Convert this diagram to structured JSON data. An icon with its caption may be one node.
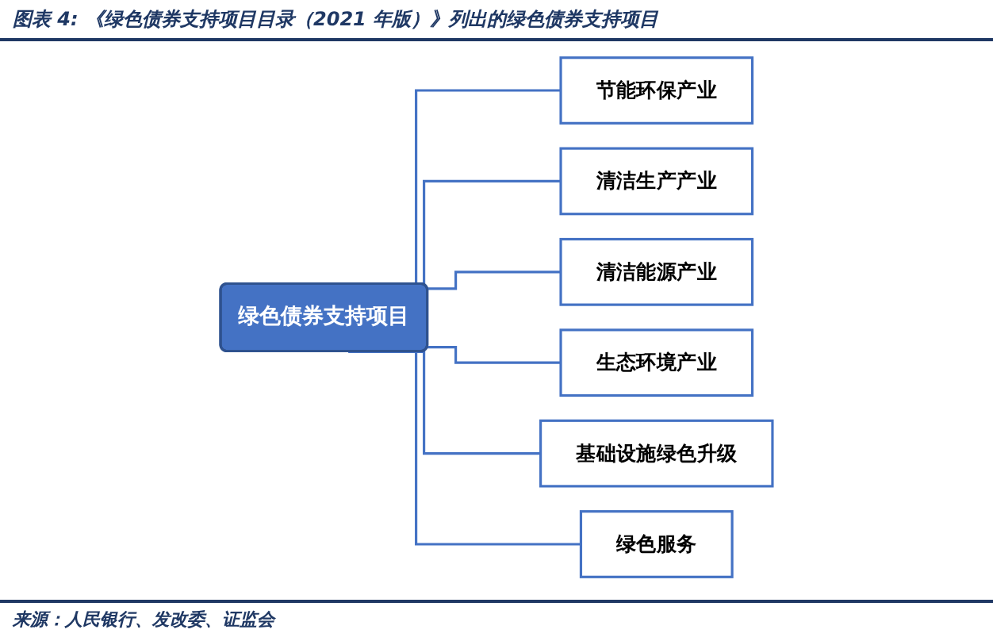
{
  "diagram": {
    "title": "图表 4: 《绿色债券支持项目目录（2021 年版）》列出的绿色债券支持项目",
    "caption": "来源：人民银行、发改委、证监会",
    "nodes": [
      {
        "text": [
          "绿色债券支持项目"
        ]
      },
      {
        "text": [
          "节能环保产业"
        ]
      },
      {
        "text": [
          "清洁生产产业"
        ]
      },
      {
        "text": [
          "清洁能源产业"
        ]
      },
      {
        "text": [
          "生态环境产业"
        ]
      },
      {
        "text": [
          "基础设施绿色升级"
        ]
      },
      {
        "text": [
          "绿色服务"
        ]
      }
    ],
    "edges": [
      {
        "from": 0,
        "to": 1,
        "arrow": "none"
      },
      {
        "from": 0,
        "to": 2,
        "arrow": "none"
      },
      {
        "from": 0,
        "to": 3,
        "arrow": "none"
      },
      {
        "from": 0,
        "to": 4,
        "arrow": "none"
      },
      {
        "from": 0,
        "to": 5,
        "arrow": "none"
      },
      {
        "from": 0,
        "to": 6,
        "arrow": "none"
      }
    ]
  }
}
